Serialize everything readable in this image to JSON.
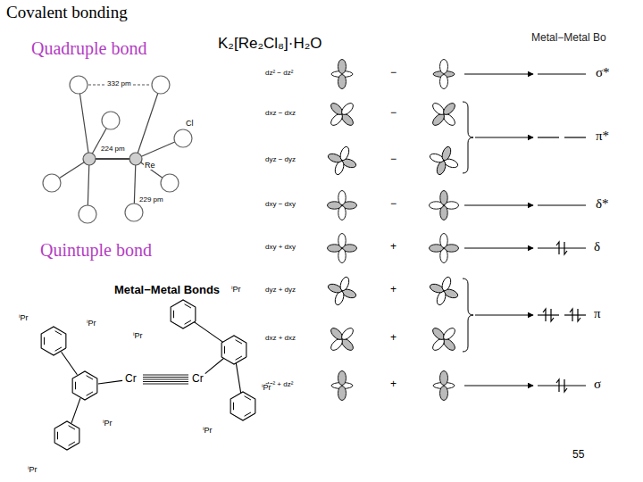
{
  "diagram": {
    "title": "Covalent bonding",
    "labels": [
      "Quadruple bond",
      "K₂[Re₂Cl₈]·H₂O",
      "Metal−Metal Bo",
      "332 pm",
      "Cl",
      "224 pm",
      "Re",
      "229 pm",
      "dz² − dz²",
      "dxz − dxz",
      "dyz − dyz",
      "dxy − dxy",
      "dxy + dxy",
      "dyz + dyz",
      "dxz + dxz",
      "dz² + dz²",
      "−",
      "−",
      "−",
      "−",
      "+",
      "+",
      "+",
      "+",
      "σ*",
      "π*",
      "δ*",
      "δ",
      "π",
      "σ",
      "Quintuple bond",
      "Metal−Metal Bonds",
      "ⁱPr",
      "ⁱPr",
      "ⁱPr",
      "ⁱPr",
      "ⁱPr",
      "ⁱPr",
      "ⁱPr",
      "ⁱPr",
      "Cr",
      "Cr",
      "55"
    ]
  }
}
